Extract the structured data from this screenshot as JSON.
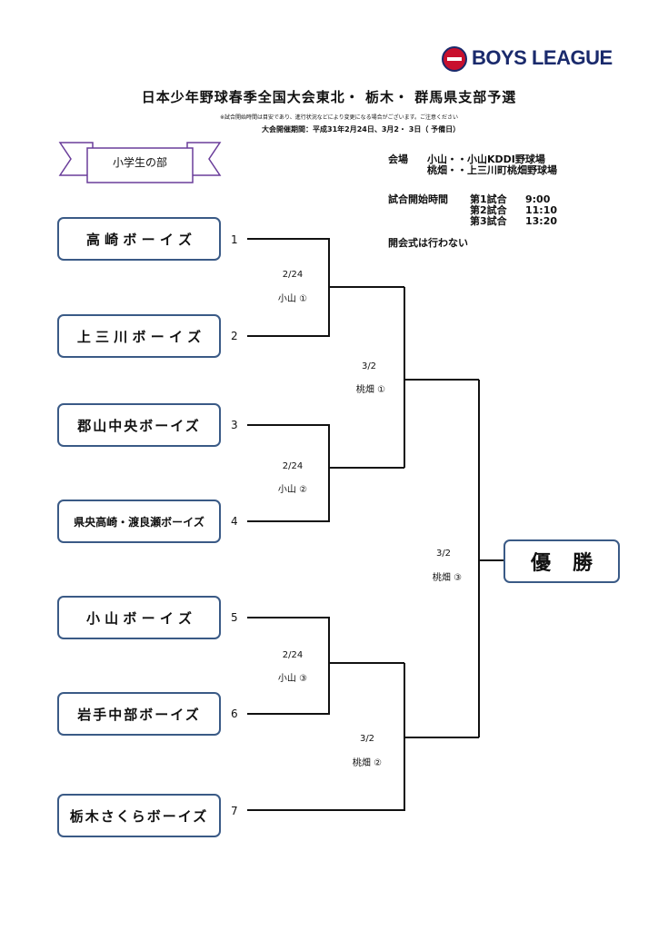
{
  "logo": {
    "text": "BOYS LEAGUE"
  },
  "title": "日本少年野球春季全国大会東北・ 栃木・ 群馬県支部予選",
  "note": "※試合開始時間は目安であり、進行状況などにより変更になる場合がございます。ご注意ください",
  "schedule_dates": "大会開催期間：平成31年2月24日、3月2・ 3日（ 予備日）",
  "division": "小学生の部",
  "venue": {
    "label": "会場",
    "lines": [
      "小山・・小山KDDI野球場",
      "桃畑・・上三川町桃畑野球場"
    ]
  },
  "start_times": {
    "label": "試合開始時間",
    "games": [
      {
        "name": "第1試合",
        "time": "9:00"
      },
      {
        "name": "第2試合",
        "time": "11:10"
      },
      {
        "name": "第3試合",
        "time": "13:20"
      }
    ]
  },
  "ceremony": "開会式は行わない",
  "teams": [
    {
      "seed": "1",
      "name": "高 崎 ボ ー イ ズ"
    },
    {
      "seed": "2",
      "name": "上 三 川 ボ ー イ ズ"
    },
    {
      "seed": "3",
      "name": "郡山中央ボーイズ"
    },
    {
      "seed": "4",
      "name": "県央高崎・渡良瀬ボーイズ"
    },
    {
      "seed": "5",
      "name": "小 山 ボ ー イ ズ"
    },
    {
      "seed": "6",
      "name": "岩手中部ボーイズ"
    },
    {
      "seed": "7",
      "name": "栃木さくらボーイズ"
    }
  ],
  "matches": [
    {
      "date": "2/24",
      "venue": "小山 ①"
    },
    {
      "date": "2/24",
      "venue": "小山 ②"
    },
    {
      "date": "2/24",
      "venue": "小山 ③"
    },
    {
      "date": "3/2",
      "venue": "桃畑 ①"
    },
    {
      "date": "3/2",
      "venue": "桃畑 ②"
    },
    {
      "date": "3/2",
      "venue": "桃畑 ③"
    }
  ],
  "winner": "優勝",
  "colors": {
    "box_border": "#3a5a86",
    "ribbon_border": "#6a3d9a",
    "logo_red": "#c8102e",
    "logo_navy": "#1a2a6c"
  }
}
